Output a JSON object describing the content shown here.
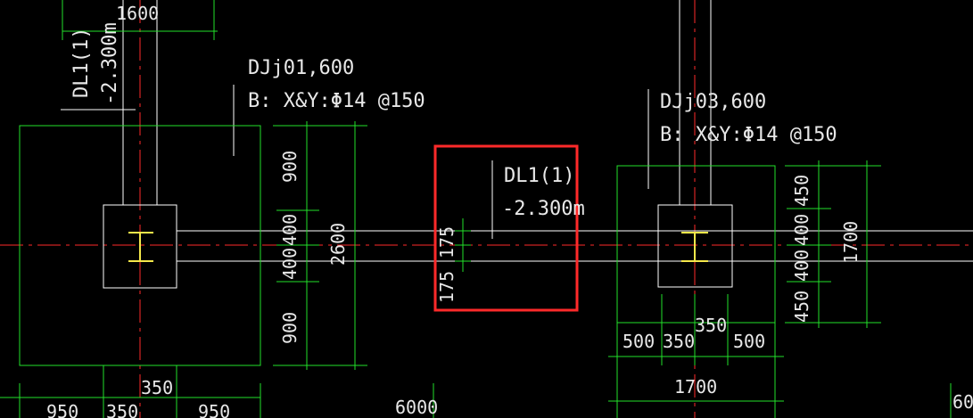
{
  "colors": {
    "background": "#000000",
    "axis": "#ff2a2a",
    "outline": "#ffffff",
    "dimension": "#22e02a",
    "column": "#f5e84a",
    "text": "#e8e8e8",
    "highlight": "#ff2a2a"
  },
  "labels": {
    "top_dim": "1600",
    "beam_left_name": "DL1(1)",
    "beam_left_level": "-2.300m",
    "footing_left_name": "DJj01,600",
    "footing_left_rebar": "B: X&Y:Φ14 @150",
    "footing_right_name": "DJj03,600",
    "footing_right_rebar": "B: X&Y:Φ14 @150",
    "beam_mid_name": "DL1(1)",
    "beam_mid_level": "-2.300m"
  },
  "dims_left": {
    "d900_top": "900",
    "d400_a": "400",
    "d400_b": "400",
    "d900_bottom": "900",
    "total": "2600",
    "col_w": "350",
    "b950_a": "950",
    "b350": "350",
    "b950_b": "950"
  },
  "dims_mid": {
    "d175_a": "175",
    "d175_b": "175",
    "span": "6000"
  },
  "dims_right": {
    "d450_top": "450",
    "d400_a": "400",
    "d400_b": "400",
    "d450_bottom": "450",
    "total": "1700",
    "col_w": "350",
    "b500_a": "500",
    "b350": "350",
    "b500_b": "500",
    "bottom_total": "1700",
    "edge": "60"
  }
}
